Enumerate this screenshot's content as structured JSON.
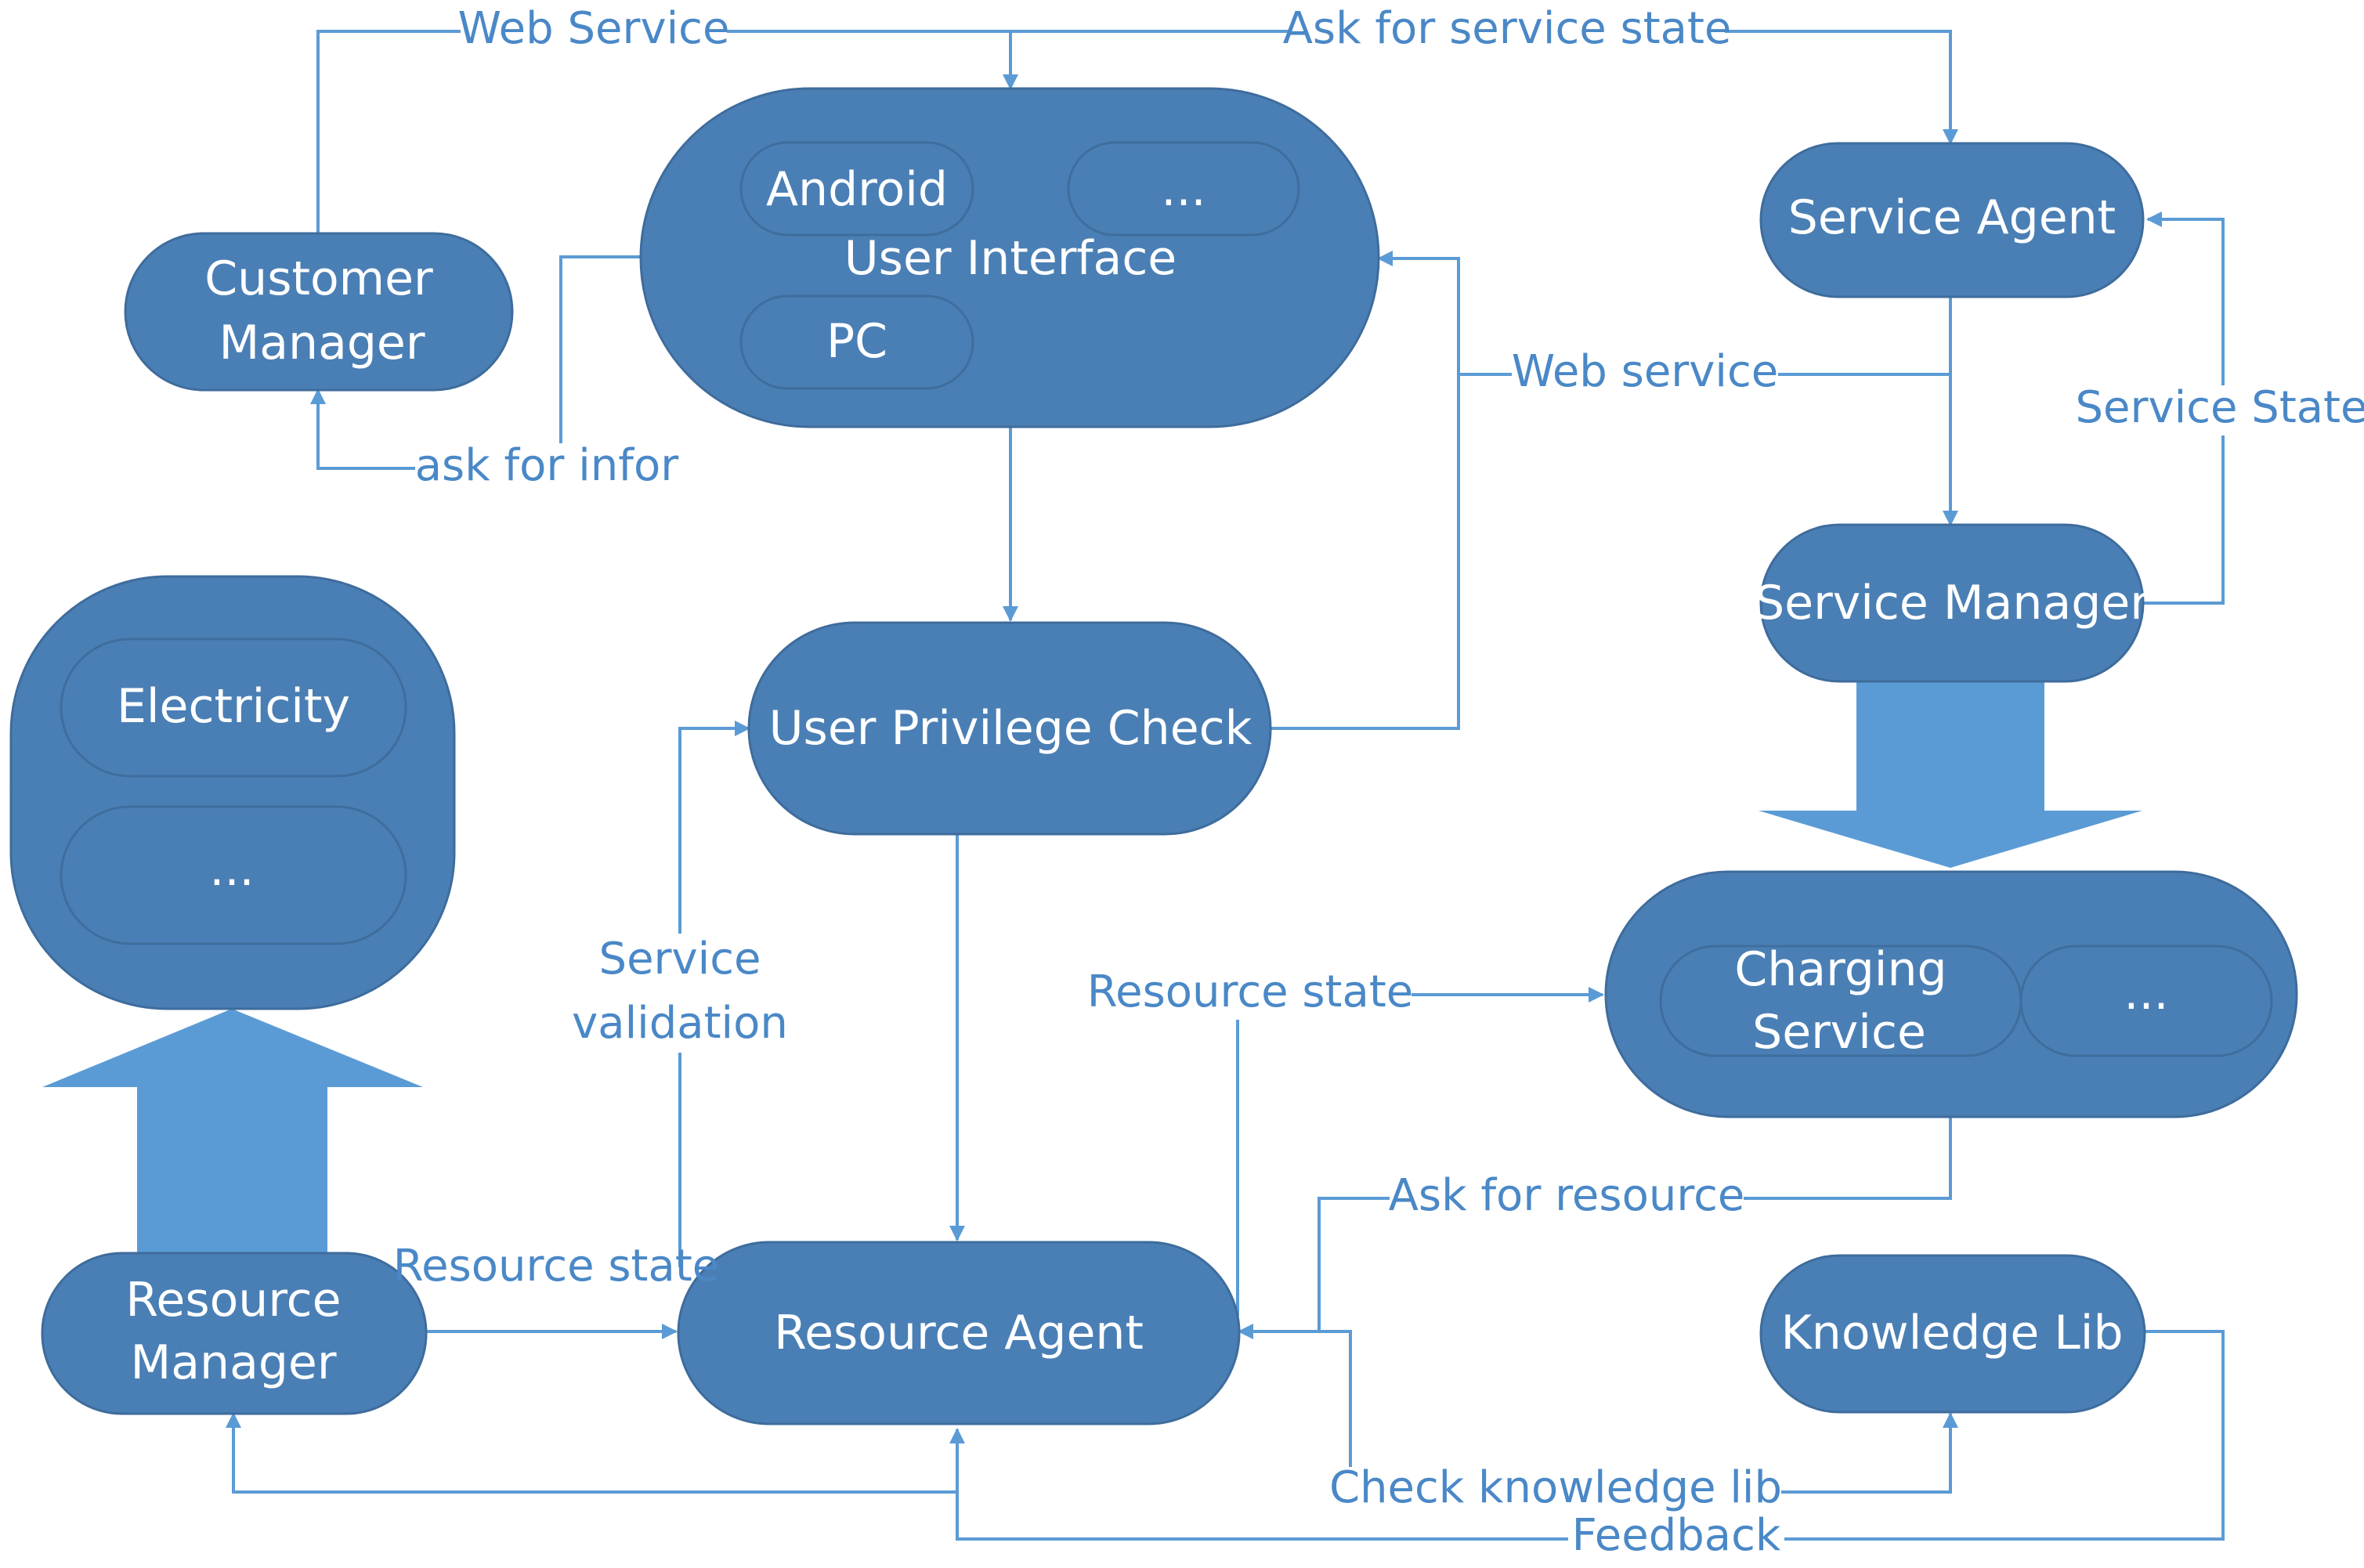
{
  "colors": {
    "node_fill": "#4a7fb5",
    "node_stroke": "#3e6c9c",
    "inner_fill": "#4a7fb5",
    "inner_stroke": "#3f6d9d",
    "connector": "#5b9bd5",
    "big_arrow": "#5b9bd5",
    "label_text": "#4a88c7"
  },
  "nodes": {
    "customer_manager": {
      "line1": "Customer",
      "line2": "Manager"
    },
    "user_interface": {
      "title": "User Interface",
      "item_android": "Android",
      "item_more": "...",
      "item_pc": "PC"
    },
    "service_agent": {
      "label": "Service Agent"
    },
    "service_manager": {
      "label": "Service Manager"
    },
    "user_privilege_check": {
      "label": "User Privilege Check"
    },
    "resource_pool": {
      "item_electricity": "Electricity",
      "item_more": "..."
    },
    "charging_service_group": {
      "item_charging_line1": "Charging",
      "item_charging_line2": "Service",
      "item_more": "..."
    },
    "resource_manager": {
      "line1": "Resource",
      "line2": "Manager"
    },
    "resource_agent": {
      "label": "Resource Agent"
    },
    "knowledge_lib": {
      "label": "Knowledge Lib"
    }
  },
  "edges": {
    "web_service_top": "Web Service",
    "ask_service_state": "Ask for service state",
    "ask_for_infor": "ask for infor",
    "web_service_right": "Web service",
    "service_state": "Service State",
    "service_validation_line1": "Service",
    "service_validation_line2": "validation",
    "resource_state_mid": "Resource state",
    "ask_for_resource": "Ask for resource",
    "resource_state_left": "Resource state",
    "check_knowledge_lib": "Check knowledge lib",
    "feedback": "Feedback"
  }
}
